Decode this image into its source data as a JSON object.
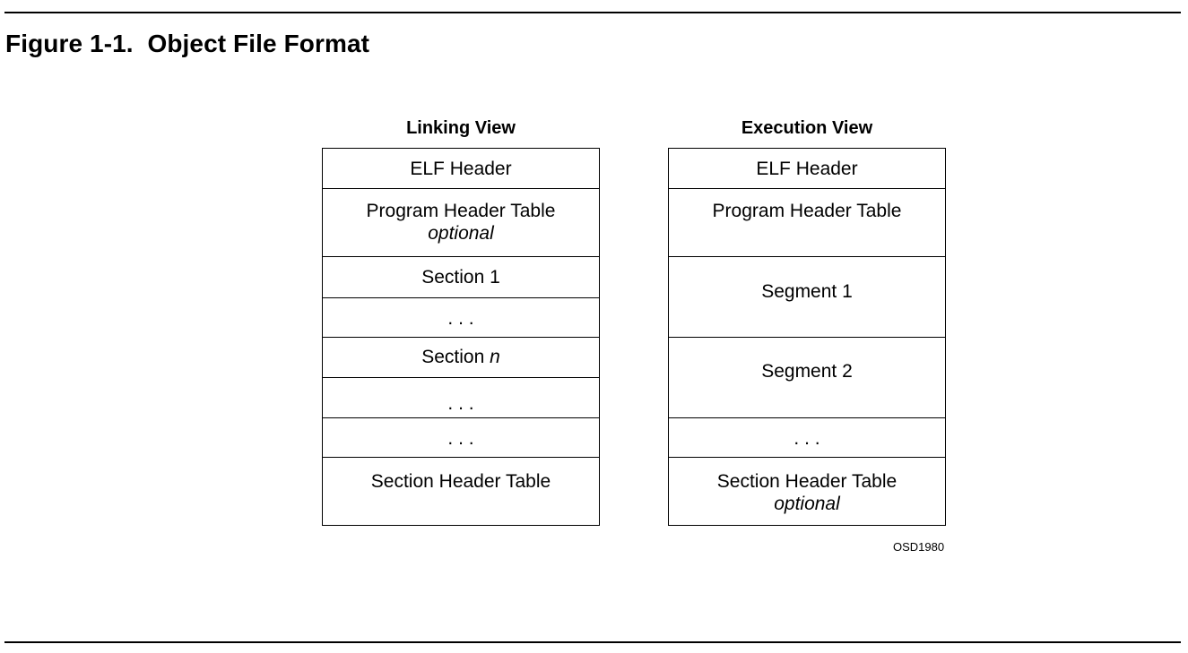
{
  "figure_title": "Figure 1-1.  Object File Format",
  "figure_id": "OSD1980",
  "linking_view": {
    "title": "Linking View",
    "cells": [
      {
        "label": "ELF Header",
        "note": ""
      },
      {
        "label": "Program Header Table",
        "note": "optional"
      },
      {
        "label": "Section 1",
        "note": ""
      },
      {
        "label": ". . .",
        "note": ""
      },
      {
        "label_prefix": "Section ",
        "label_italic": "n",
        "note": ""
      },
      {
        "label": ". . .",
        "note": ""
      },
      {
        "label": ". . .",
        "note": ""
      },
      {
        "label": "Section Header Table",
        "note": ""
      }
    ]
  },
  "execution_view": {
    "title": "Execution View",
    "cells": [
      {
        "label": "ELF Header",
        "note": ""
      },
      {
        "label": "Program Header Table",
        "note": ""
      },
      {
        "label": "Segment 1",
        "note": ""
      },
      {
        "label": "Segment 2",
        "note": ""
      },
      {
        "label": ". . .",
        "note": ""
      },
      {
        "label": "Section Header Table",
        "note": "optional"
      }
    ]
  }
}
